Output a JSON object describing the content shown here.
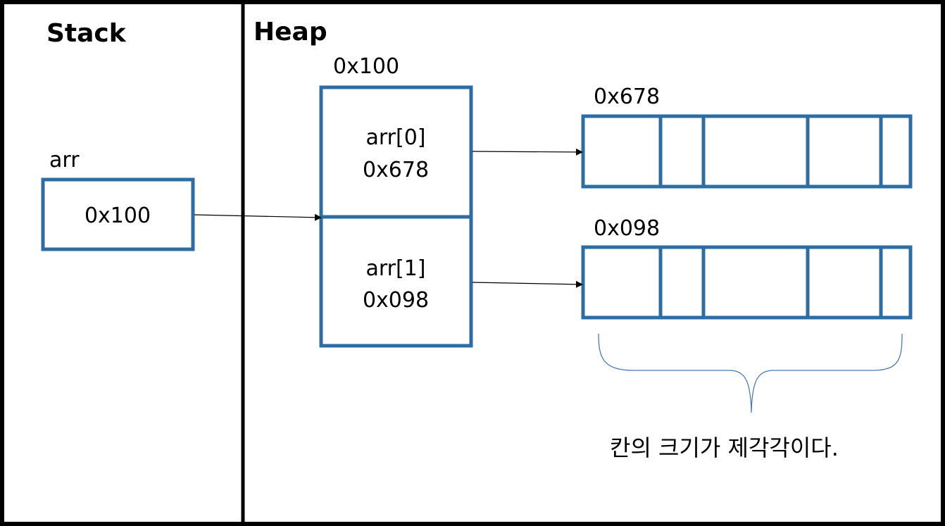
{
  "stack": {
    "title": "Stack",
    "variable": {
      "name": "arr",
      "value": "0x100"
    }
  },
  "heap": {
    "title": "Heap",
    "pointer_array": {
      "address": "0x100",
      "elements": [
        {
          "label": "arr[0]",
          "value": "0x678"
        },
        {
          "label": "arr[1]",
          "value": "0x098"
        }
      ]
    },
    "rows": [
      {
        "address": "0x678",
        "cell_count": 5
      },
      {
        "address": "0x098",
        "cell_count": 5
      }
    ],
    "note": "칸의 크기가 제각각이다."
  },
  "colors": {
    "box_stroke": "#2e6ca4",
    "frame": "#000000",
    "brace": "#4a7ab5"
  }
}
